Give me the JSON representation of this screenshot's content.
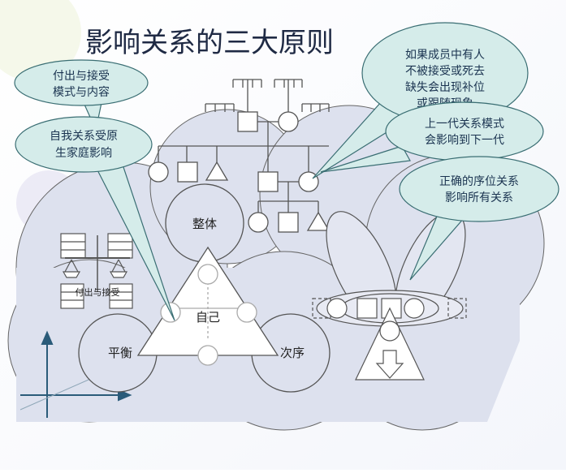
{
  "title": "影响关系的三大原则",
  "bubbles": {
    "give_receive": [
      "付出与接受",
      "模式与内容"
    ],
    "self_family": [
      "自我关系受原",
      "生家庭影响"
    ],
    "member_missing": [
      "如果成员中有人",
      "不被接受或死去",
      "缺失会出现补位",
      "或跟随现象"
    ],
    "generation": [
      "上一代关系模式",
      "会影响到下一代"
    ],
    "order": [
      "正确的序位关系",
      "影响所有关系"
    ]
  },
  "circles": {
    "whole": "整体",
    "self": "自己",
    "balance": "平衡",
    "order": "次序"
  },
  "scale_label": "付出与接受",
  "colors": {
    "cloud_fill": "#dde1ee",
    "bubble_fill": "#d5ecea",
    "bubble_stroke": "#3a6e73",
    "line": "#555555",
    "title": "#1f2a44",
    "axis": "#2a5b79"
  }
}
